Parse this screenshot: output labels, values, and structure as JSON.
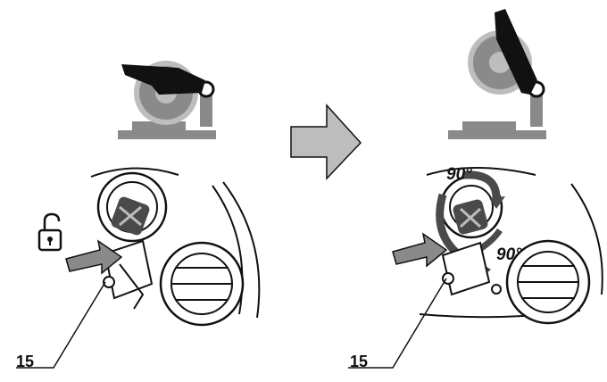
{
  "colors": {
    "ink": "#111111",
    "mid_gray": "#8a8a8a",
    "light_gray": "#bdbdbd",
    "dark_gray": "#4a4a4a",
    "white": "#ffffff"
  },
  "icons": {
    "unlock": "unlock-icon",
    "step_arrow": "right-arrow-icon"
  },
  "panels": [
    {
      "callout": "15"
    },
    {
      "callout": "15",
      "angle_top": "90°",
      "angle_right": "90°"
    }
  ]
}
